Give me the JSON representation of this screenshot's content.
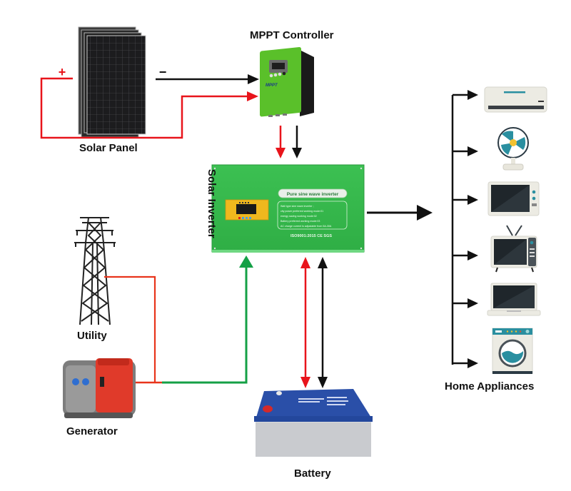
{
  "diagram": {
    "title": "Off-grid solar power system",
    "components": {
      "solar_panel": {
        "label": "Solar Panel",
        "plus": "+",
        "minus": "−"
      },
      "mppt_controller": {
        "label": "MPPT Controller",
        "brand": "MPPT",
        "subtitle": "Solar Charge Controller"
      },
      "solar_inverter": {
        "label": "Solar Inverter",
        "badge": "Pure sine wave inverter",
        "features": [
          "Wall type sine wave inverter ;",
          "city power preferred working mode:01",
          "energy saving working mode:02",
          "Battery preferred working mode:03",
          "AC charge current is adjustable from 5A-30A"
        ],
        "certification": "ISO9001:2015 CE SGS"
      },
      "utility": {
        "label": "Utility"
      },
      "generator": {
        "label": "Generator"
      },
      "battery": {
        "label": "Battery"
      },
      "home_appliances": {
        "label": "Home Appliances",
        "items": [
          "air-conditioner",
          "electric-fan",
          "microwave-oven",
          "television",
          "laptop",
          "washing-machine"
        ]
      }
    },
    "colors": {
      "positive_wire": "#e8141b",
      "negative_wire": "#111111",
      "ac_input_wire": "#14a046",
      "utility_wire": "#e8341b",
      "inverter_body": "#34b54a",
      "controller_body": "#5ac02a",
      "battery_lid": "#23479c"
    }
  }
}
